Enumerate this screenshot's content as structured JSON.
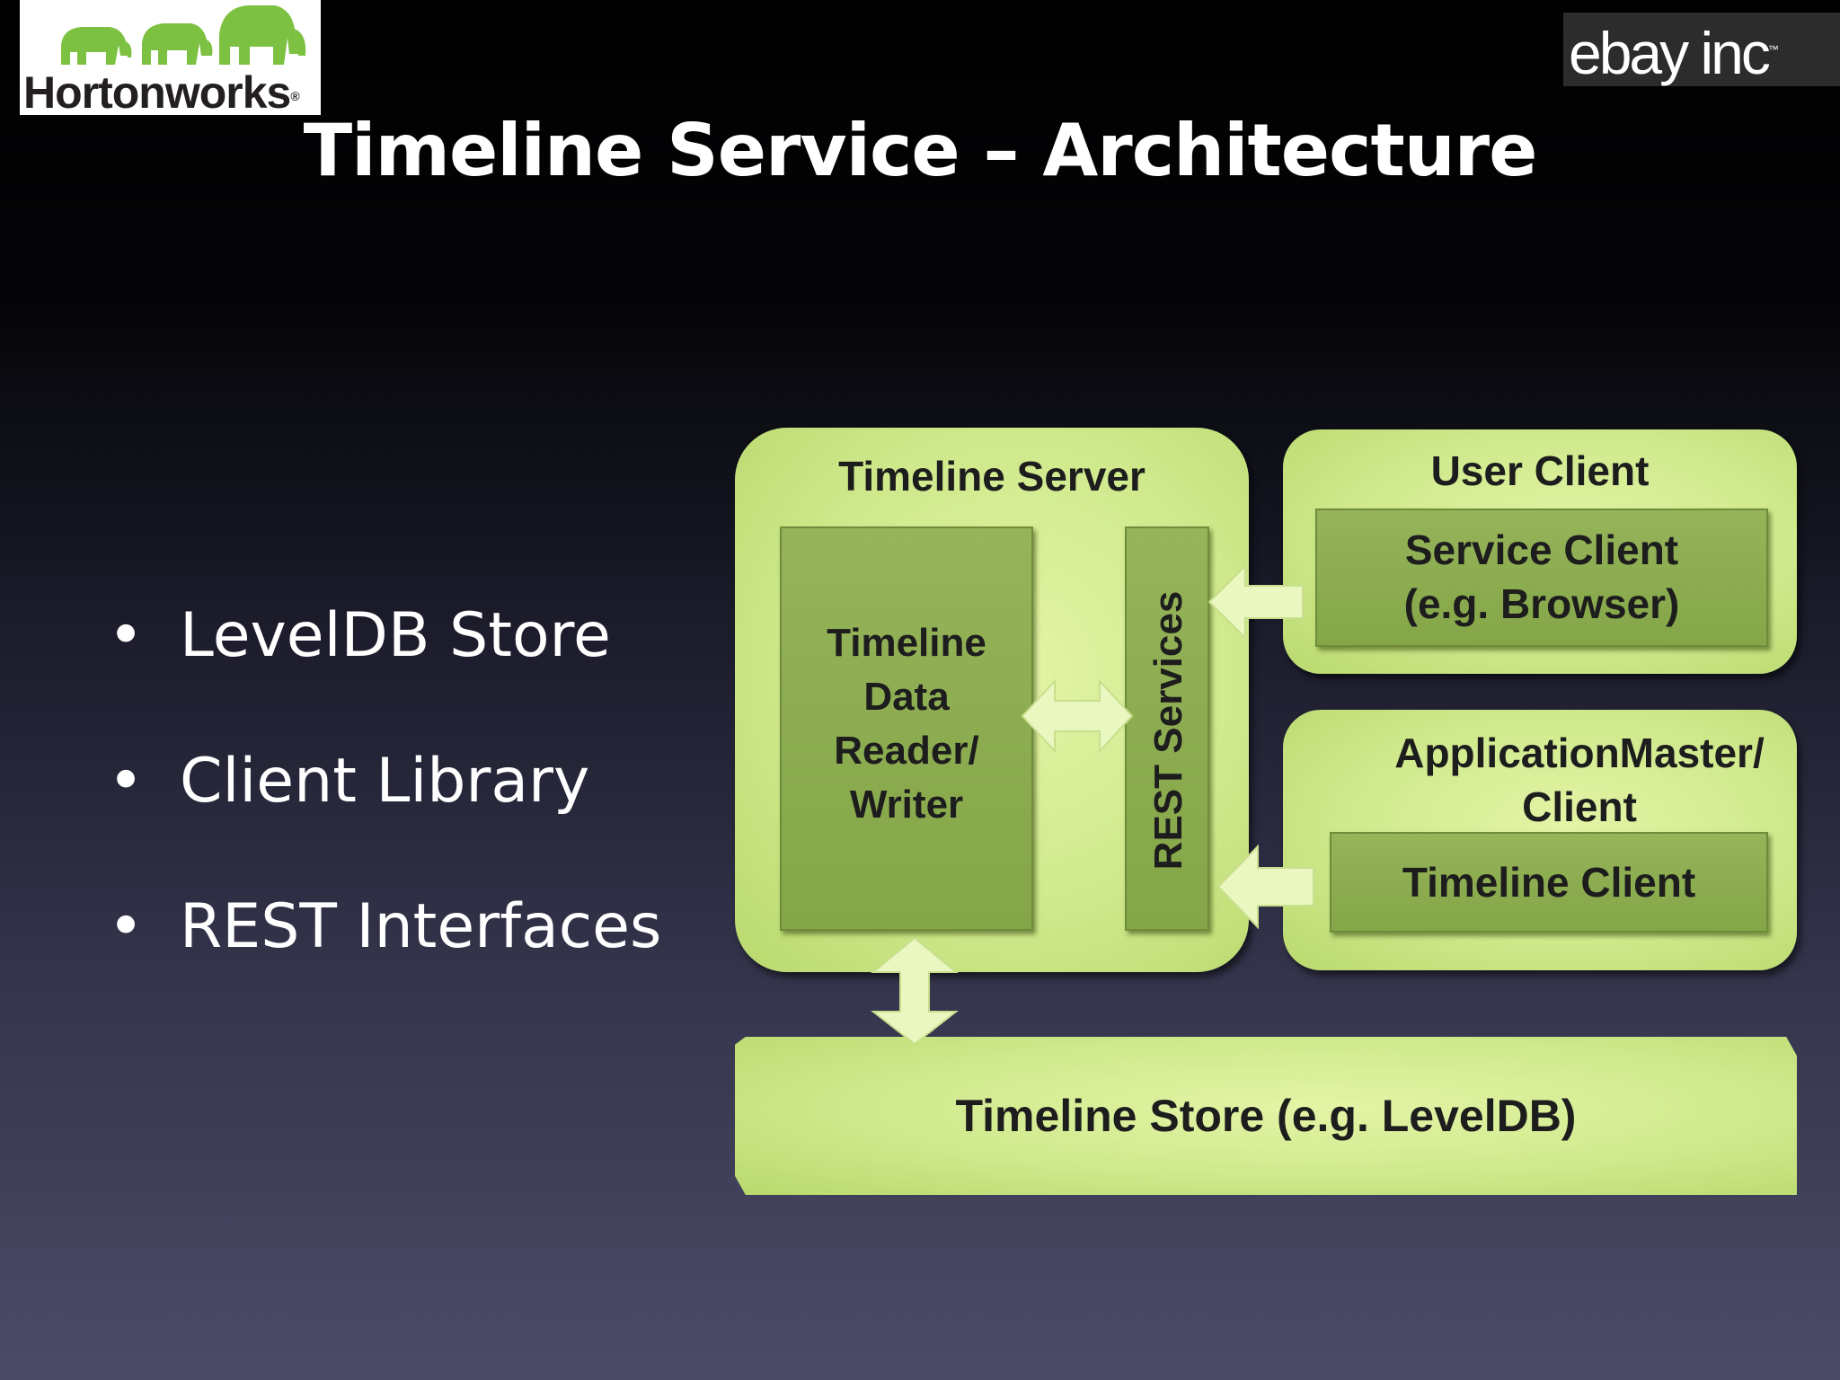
{
  "logos": {
    "hortonworks": "Hortonworks",
    "hortonworks_mark": "®",
    "ebay": "ebay",
    "ebay_suffix": " inc",
    "ebay_tm": "™",
    "brand_green": "#7dc142"
  },
  "slide": {
    "title": "Timeline Service – Architecture",
    "bullet_glyph": "•",
    "bullets": [
      "LevelDB Store",
      "Client Library",
      "REST Interfaces"
    ]
  },
  "diagram": {
    "timeline_server": {
      "title": "Timeline Server",
      "reader_writer": [
        "Timeline",
        "Data",
        "Reader/",
        "Writer"
      ],
      "rest_services": "REST Services"
    },
    "user_client": {
      "title": "User Client",
      "service_client": [
        "Service Client",
        "(e.g. Browser)"
      ]
    },
    "app_master_client": {
      "title": [
        "ApplicationMaster/",
        "Client"
      ],
      "timeline_client": "Timeline Client"
    },
    "timeline_store": "Timeline Store (e.g. LevelDB)",
    "colors": {
      "box_fill": "#cfe98c",
      "inner_fill": "#8fae52",
      "arrow_fill": "#eaf7c0"
    }
  }
}
